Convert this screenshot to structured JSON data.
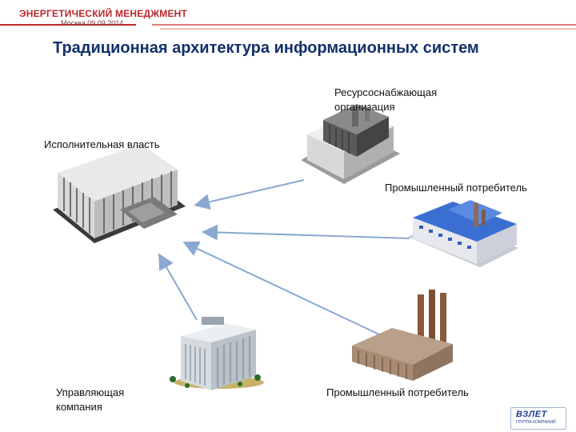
{
  "header": {
    "brand": "ЭНЕРГЕТИЧЕСКИЙ МЕНЕДЖМЕНТ",
    "subtitle": "Москва 09.09.2014"
  },
  "title": "Традиционная архитектура информационных систем",
  "nodes": {
    "executive": {
      "label": "Исполнительная власть",
      "icon": "government-building-icon"
    },
    "resource": {
      "label_line1": "Ресурсоснабжающая",
      "label_line2": "организация",
      "icon": "power-plant-icon"
    },
    "industrial_top": {
      "label": "Промышленный потребитель",
      "icon": "industrial-plant-icon"
    },
    "management": {
      "label_line1": "Управляющая",
      "label_line2": "компания",
      "icon": "office-building-icon"
    },
    "industrial_bottom": {
      "label": "Промышленный потребитель",
      "icon": "factory-chimneys-icon"
    }
  },
  "logo": {
    "main": "ВЗЛЕТ",
    "sub": "ГРУППА КОМПАНИЙ"
  },
  "colors": {
    "brand_red": "#b8262b",
    "title_blue": "#12306b",
    "arrow": "#8aa8d0"
  }
}
